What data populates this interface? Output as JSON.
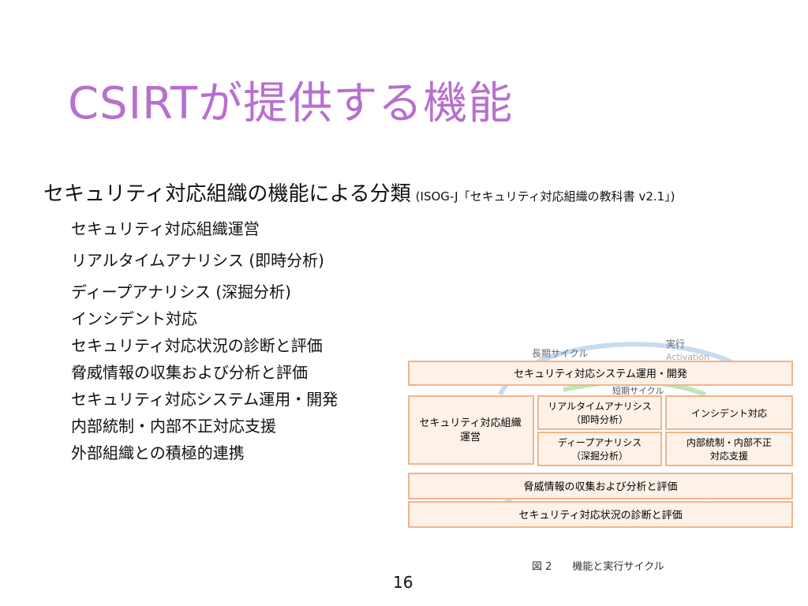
{
  "slide": {
    "title": "CSIRTが提供する機能",
    "heading": "セキュリティ対応組織の機能による分類",
    "source": "(ISOG-J「セキュリティ対応組織の教科書 v2.1」)",
    "items": [
      "セキュリティ対応組織運営",
      "リアルタイムアナリシス (即時分析)",
      "ディープアナリシス (深掘分析)",
      "インシデント対応",
      "セキュリティ対応状況の診断と評価",
      "脅威情報の収集および分析と評価",
      "セキュリティ対応システム運用・開発",
      "内部統制・内部不正対応支援",
      "外部組織との積極的連携"
    ],
    "page_number": "16"
  },
  "figure": {
    "caption": "図 2　　機能と実行サイクル",
    "long_cycle": "長期サイクル",
    "short_cycle": "短期サイクル",
    "activation_jp": "実行",
    "activation_en": "Activation",
    "box_system_ops": "セキュリティ対応システム運用・開発",
    "box_org_ops_1": "セキュリティ対応組織",
    "box_org_ops_2": "運営",
    "box_realtime_1": "リアルタイムアナリシス",
    "box_realtime_2": "（即時分析）",
    "box_deep_1": "ディープアナリシス",
    "box_deep_2": "（深掘分析）",
    "box_incident": "インシデント対応",
    "box_internal_1": "内部統制・内部不正",
    "box_internal_2": "対応支援",
    "box_threat": "脅威情報の収集および分析と評価",
    "box_diagnosis": "セキュリティ対応状況の診断と評価",
    "colors": {
      "box_border": "#f0b48a",
      "box_fill": "#fdf1e8",
      "arrow_blue": "#9fc3e6",
      "arrow_green": "#a8dca0",
      "title": "#b86fcf"
    }
  }
}
